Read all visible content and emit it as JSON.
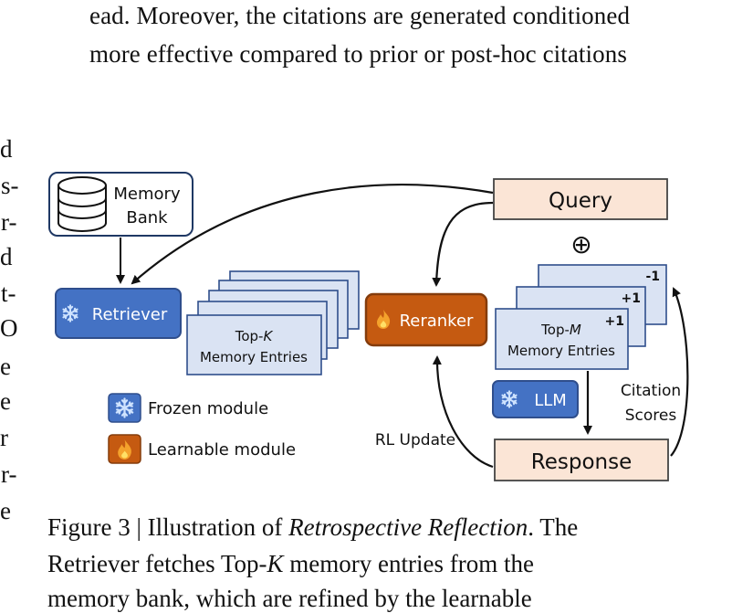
{
  "text": {
    "line1": "ead. Moreover, the citations are generated conditioned",
    "line2": "more effective compared to prior or post-hoc citations",
    "left_fragments": [
      "d",
      "s-",
      "r-",
      "d",
      "t-",
      "O",
      "e",
      "e",
      "r",
      "r-",
      "e"
    ]
  },
  "figure": {
    "memory_bank": "Memory Bank",
    "memory_bank_line1": "Memory",
    "memory_bank_line2": "Bank",
    "retriever": "Retriever",
    "topk_line1_pre": "Top-",
    "topk_line1_var": "K",
    "topk_line2": "Memory Entries",
    "reranker": "Reranker",
    "query": "Query",
    "oplus": "⊕",
    "score_top": "-1",
    "score_mid": "+1",
    "score_front": "+1",
    "topm_line1_pre": "Top-",
    "topm_line1_var": "M",
    "topm_line2": "Memory Entries",
    "llm": "LLM",
    "citation_line1": "Citation",
    "citation_line2": "Scores",
    "rl_update": "RL Update",
    "response": "Response",
    "legend_frozen": "Frozen module",
    "legend_learnable": "Learnable module",
    "icons": {
      "frozen": "snowflake-icon",
      "learnable": "flame-icon",
      "memory_bank": "database-icon"
    },
    "colors": {
      "retriever_fill": "#4472C4",
      "retriever_border": "#2F4E8C",
      "reranker_fill": "#C55A11",
      "reranker_border": "#843C0C",
      "query_fill": "#FBE5D6",
      "entry_fill": "#DAE3F3",
      "entry_border": "#2F4E8C"
    }
  },
  "caption": {
    "line1_pre": "Figure 3 | Illustration of ",
    "line1_italic": "Retrospective Reflection",
    "line1_post": ". The",
    "line2_pre": "Retriever fetches Top-",
    "line2_italic": "K",
    "line2_post": " memory entries from the",
    "line3": "memory bank, which are refined by the learnable"
  }
}
